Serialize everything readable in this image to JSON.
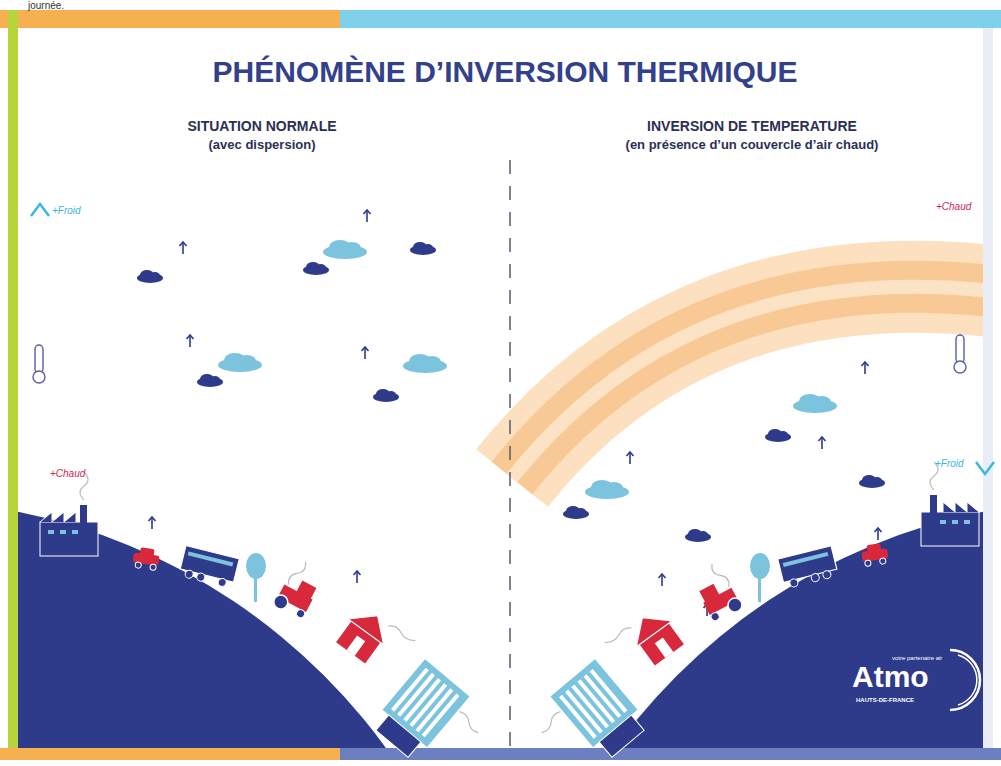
{
  "diagram": {
    "title": "PHÉNOMÈNE D’INVERSION THERMIQUE",
    "labels": [
      "journée.",
      "SITUATION NORMALE",
      "(avec dispersion)",
      "INVERSION DE TEMPERATURE",
      "(en présence d’un couvercle d’air chaud)",
      "+Froid",
      "+Chaud",
      "+Chaud",
      "+Froid",
      "votre partenaire air",
      "Atmo",
      "HAUTS-DE-FRANCE"
    ]
  }
}
